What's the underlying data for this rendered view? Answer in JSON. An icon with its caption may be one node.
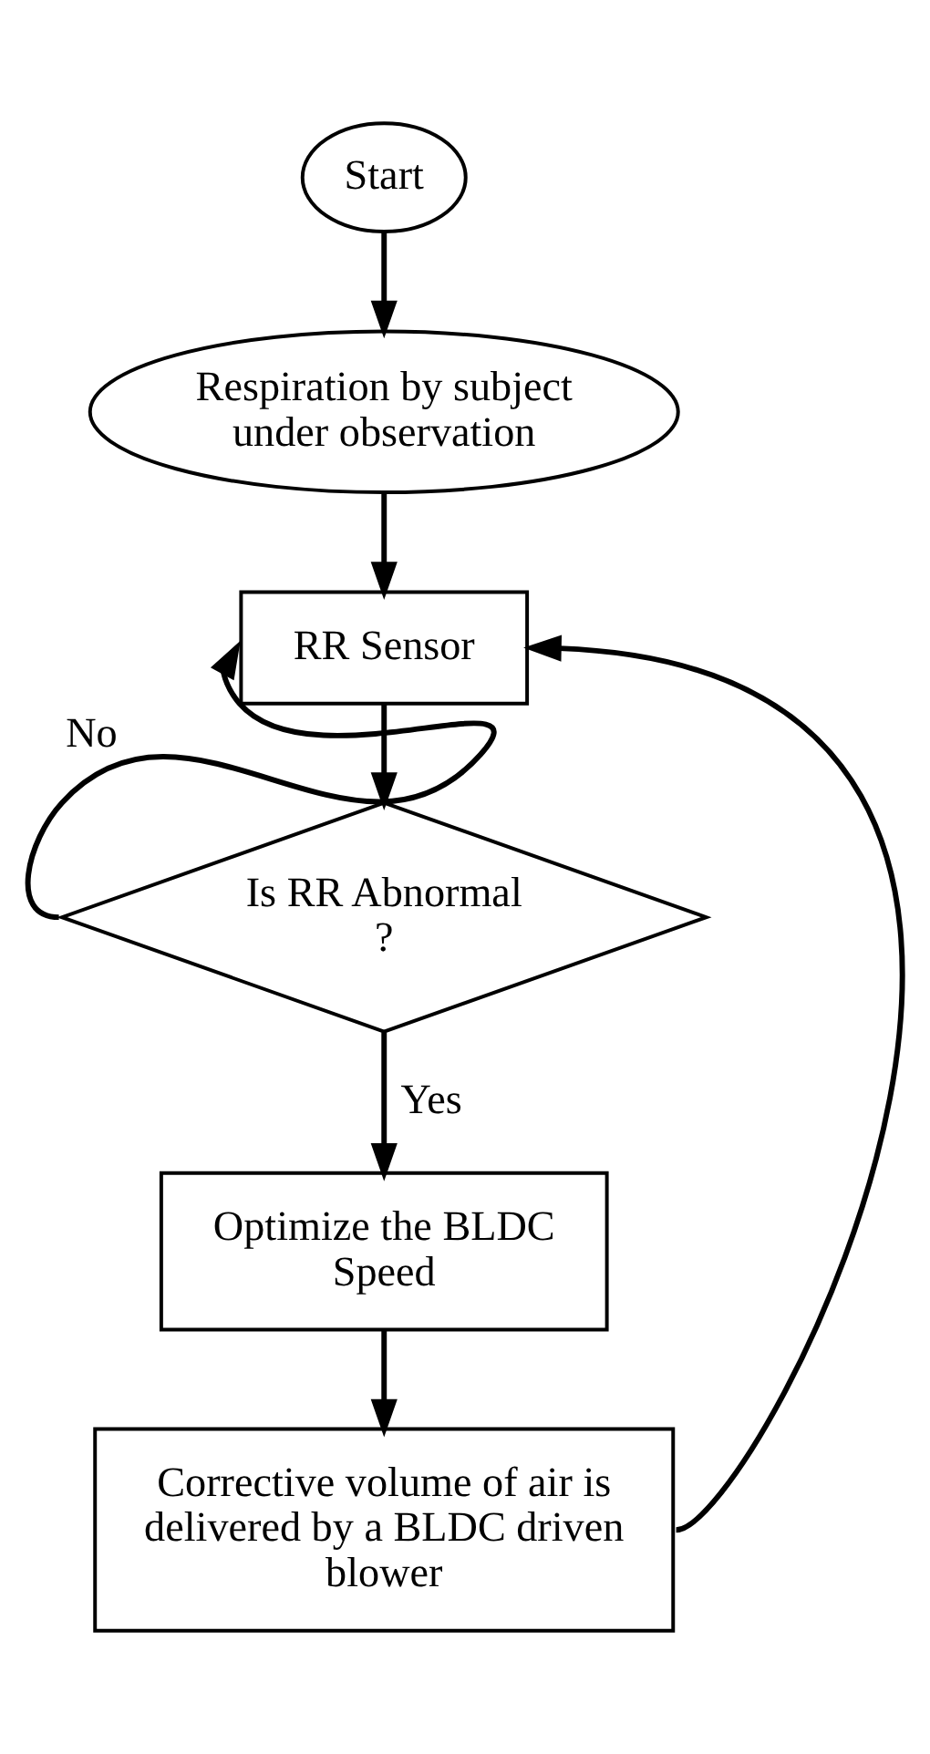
{
  "diagram": {
    "nodes": [
      {
        "text": [
          "Start"
        ]
      },
      {
        "text": [
          "Respiration by subject under observation"
        ]
      },
      {
        "text": [
          "RR Sensor"
        ]
      },
      {
        "text": [
          "Is RR Abnormal ?"
        ]
      },
      {
        "text": [
          "Optimize the BLDC Speed"
        ]
      },
      {
        "text": [
          "Corrective volume of air is delivered by a BLDC driven blower"
        ]
      }
    ],
    "edges": [
      {
        "from": 0,
        "to": 1,
        "arrow": "to"
      },
      {
        "from": 1,
        "to": 2,
        "arrow": "to"
      },
      {
        "from": 2,
        "to": 3,
        "arrow": "to"
      },
      {
        "from": 3,
        "to": 2,
        "arrow": "to",
        "label": "No"
      },
      {
        "from": 3,
        "to": 4,
        "arrow": "to",
        "label": "Yes"
      },
      {
        "from": 4,
        "to": 5,
        "arrow": "to"
      },
      {
        "from": 5,
        "to": 2,
        "arrow": "to"
      }
    ]
  }
}
